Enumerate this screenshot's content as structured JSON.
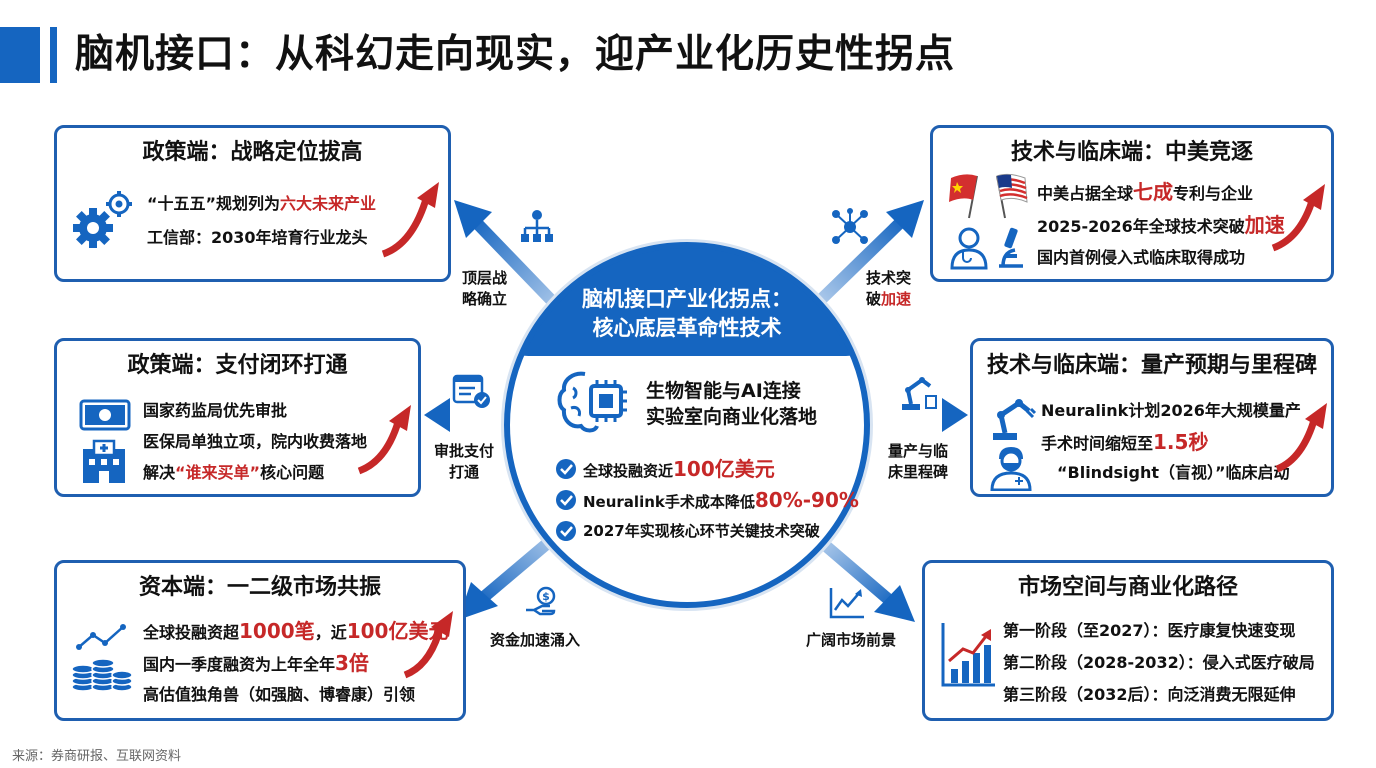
{
  "page": {
    "title": "脑机接口：从科幻走向现实，迎产业化历史性拐点",
    "source": "来源：券商研报、互联网资料"
  },
  "center": {
    "title_line1": "脑机接口产业化拐点：",
    "title_line2": "核心底层革命性技术",
    "main_line1": "生物智能与AI连接",
    "main_line2": "实验室向商业化落地",
    "checks": [
      {
        "pre": "全球投融资近",
        "hl": "100亿美元",
        "post": ""
      },
      {
        "pre": "Neuralink手术成本降低",
        "hl": "80%-90%",
        "post": ""
      },
      {
        "pre": "2027年实现核心环节关键技术突破",
        "hl": "",
        "post": ""
      }
    ]
  },
  "cards": {
    "policy_strategy": {
      "title": "政策端：战略定位拔高",
      "l1_pre": "“十五五”规划列为",
      "l1_hl": "六大未来产业",
      "l2": "工信部：2030年培育行业龙头"
    },
    "policy_payment": {
      "title": "政策端：支付闭环打通",
      "l1": "国家药监局优先审批",
      "l2": "医保局单独立项，院内收费落地",
      "l3_pre": "解决",
      "l3_hl": "“谁来买单”",
      "l3_post": "核心问题"
    },
    "capital": {
      "title": "资本端：一二级市场共振",
      "l1_pre": "全球投融资超",
      "l1_hl1": "1000笔",
      "l1_mid": "，近",
      "l1_hl2": "100亿美元",
      "l2_pre": "国内一季度融资为上年全年",
      "l2_hl": "3倍",
      "l3": "高估值独角兽（如强脑、博睿康）引领"
    },
    "tech_race": {
      "title": "技术与临床端：中美竞逐",
      "l1_pre": "中美占据全球",
      "l1_hl": "七成",
      "l1_post": "专利与企业",
      "l2_pre": "2025-2026年全球技术突破",
      "l2_hl": "加速",
      "l3": "国内首例侵入式临床取得成功"
    },
    "tech_mass": {
      "title": "技术与临床端：量产预期与里程碑",
      "l1": "Neuralink计划2026年大规模量产",
      "l2_pre": "手术时间缩短至",
      "l2_hl": "1.5秒",
      "l3": "“Blindsight（盲视）”临床启动"
    },
    "market": {
      "title": "市场空间与商业化路径",
      "l1": "第一阶段（至2027）：医疗康复快速变现",
      "l2": "第二阶段（2028-2032）：侵入式医疗破局",
      "l3": "第三阶段（2032后）：向泛消费无限延伸"
    }
  },
  "flows": {
    "top_left_l1": "顶层战",
    "top_left_l2": "略确立",
    "mid_left_l1": "审批支付",
    "mid_left_l2": "打通",
    "bottom_left": "资金加速涌入",
    "top_right_l1": "技术突",
    "top_right_l2_pre": "破",
    "top_right_l2_hl": "加速",
    "mid_right_l1": "量产与临",
    "mid_right_l2": "床里程碑",
    "bottom_right": "广阔市场前景"
  },
  "colors": {
    "accent_blue": "#1565c0",
    "card_border": "#1f5fb0",
    "highlight_red": "#c62828"
  },
  "icons": [
    "gears-icon",
    "trend-arrow-icon",
    "org-chart-icon",
    "money-icon",
    "hospital-icon",
    "form-check-icon",
    "coin-stack-icon",
    "coin-hand-icon",
    "cn-us-flags-icon",
    "doctor-icon",
    "microscope-icon",
    "network-icon",
    "robot-arm-icon",
    "surgeon-icon",
    "growth-chart-icon",
    "brain-chip-icon",
    "check-icon"
  ]
}
